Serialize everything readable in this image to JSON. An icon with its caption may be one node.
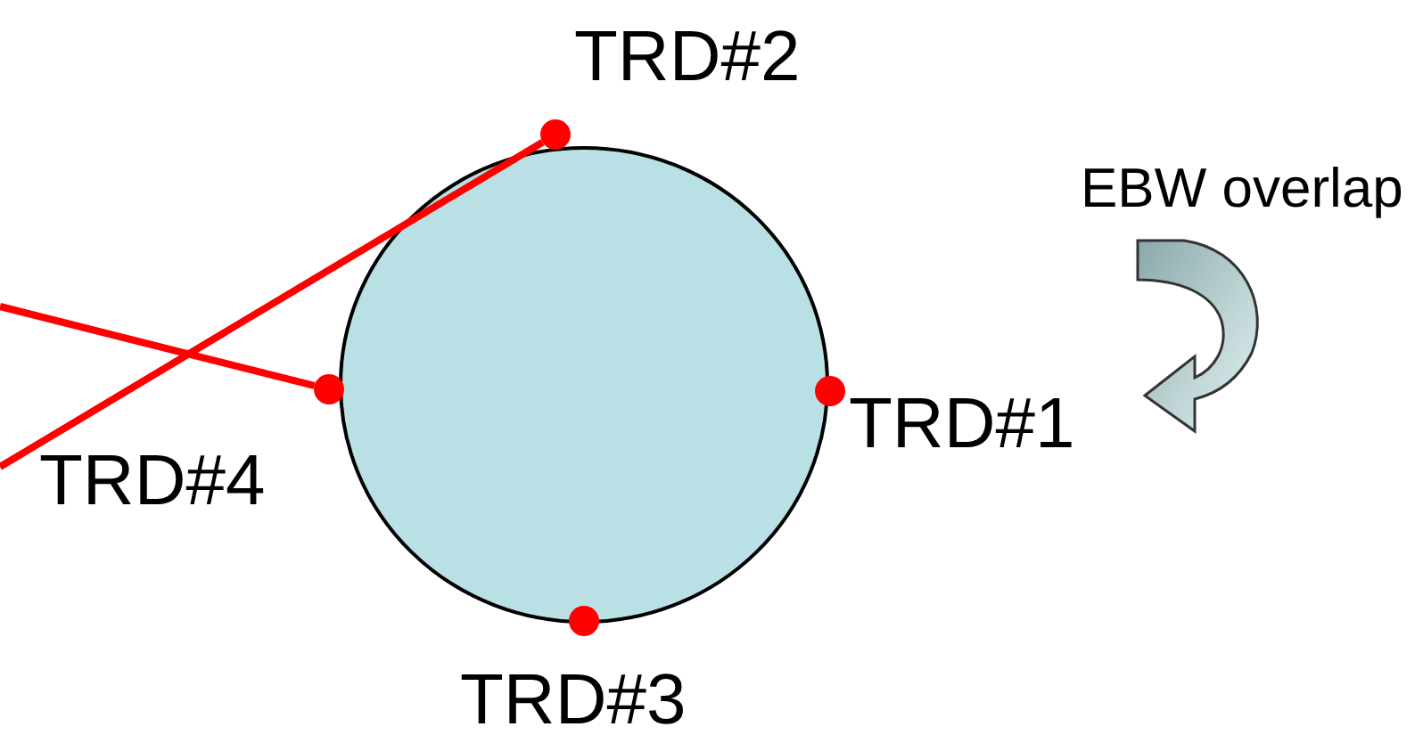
{
  "diagram": {
    "nodes": [
      {
        "text": [],
        "shape": "circle"
      },
      {
        "text": [],
        "shape": "circle",
        "beside": [
          "TRD#2"
        ]
      },
      {
        "text": [],
        "shape": "circle",
        "beside": [
          "TRD#4"
        ]
      },
      {
        "text": [],
        "shape": "circle",
        "beside": [
          "TRD#1"
        ]
      },
      {
        "text": [],
        "shape": "circle",
        "beside": [
          "TRD#3"
        ]
      }
    ],
    "edges": [
      {
        "from": null,
        "to": 1,
        "arrow": "none"
      },
      {
        "from": null,
        "to": 2,
        "arrow": "none"
      }
    ],
    "labels": [
      "EBW overlap"
    ]
  }
}
